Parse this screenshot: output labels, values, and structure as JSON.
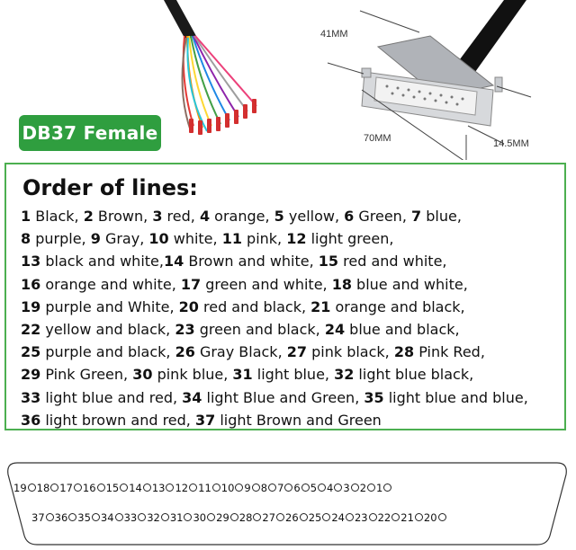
{
  "badge": "DB37 Female",
  "dimensions": {
    "d41": "41MM",
    "d70": "70MM",
    "d145": "14.5MM"
  },
  "lines": {
    "title": "Order of lines:",
    "rows": [
      [
        [
          "1",
          " Black, "
        ],
        [
          "2",
          " Brown, "
        ],
        [
          "3",
          " red, "
        ],
        [
          "4",
          " orange, "
        ],
        [
          "5",
          " yellow, "
        ],
        [
          "6",
          " Green, "
        ],
        [
          "7",
          " blue,"
        ]
      ],
      [
        [
          "8",
          " purple, "
        ],
        [
          "9",
          " Gray, "
        ],
        [
          "10",
          " white, "
        ],
        [
          "11",
          " pink, "
        ],
        [
          "12",
          " light green,"
        ]
      ],
      [
        [
          "13",
          " black and white,"
        ],
        [
          "14",
          " Brown and white, "
        ],
        [
          "15",
          " red and white,"
        ]
      ],
      [
        [
          "16",
          " orange and white, "
        ],
        [
          "17",
          " green and white, "
        ],
        [
          "18",
          " blue and white,"
        ]
      ],
      [
        [
          "19",
          " purple and White, "
        ],
        [
          "20",
          " red and black, "
        ],
        [
          "21",
          " orange and black,"
        ]
      ],
      [
        [
          "22",
          " yellow and black, "
        ],
        [
          "23",
          " green and black, "
        ],
        [
          "24",
          " blue and black,"
        ]
      ],
      [
        [
          "25",
          " purple and black, "
        ],
        [
          "26",
          " Gray Black, "
        ],
        [
          "27",
          " pink black, "
        ],
        [
          "28",
          " Pink Red,"
        ]
      ],
      [
        [
          "29",
          " Pink Green, "
        ],
        [
          "30",
          " pink blue, "
        ],
        [
          "31",
          " light blue, "
        ],
        [
          "32",
          " light blue black,"
        ]
      ],
      [
        [
          "33",
          " light blue and red, "
        ],
        [
          "34",
          " light Blue and Green, "
        ],
        [
          "35",
          " light blue and blue,"
        ]
      ],
      [
        [
          "36",
          " light brown and red, "
        ],
        [
          "37",
          " light Brown and Green"
        ]
      ]
    ]
  },
  "pinout": {
    "top_row": [
      "19",
      "18",
      "17",
      "16",
      "15",
      "14",
      "13",
      "12",
      "11",
      "10",
      "9",
      "8",
      "7",
      "6",
      "5",
      "4",
      "3",
      "2",
      "1"
    ],
    "bottom_row": [
      "37",
      "36",
      "35",
      "34",
      "33",
      "32",
      "31",
      "30",
      "29",
      "28",
      "27",
      "26",
      "25",
      "24",
      "23",
      "22",
      "21",
      "20"
    ]
  }
}
